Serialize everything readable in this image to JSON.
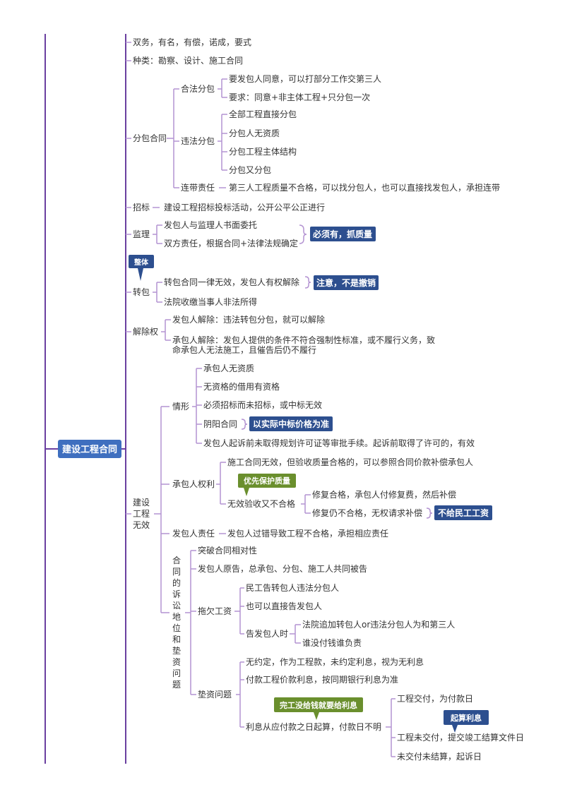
{
  "colors": {
    "main_line": "#6a3fa0",
    "branch_line": "#b494d2",
    "root_fill": "#3f6fbf",
    "tag_dark": "#2d4f8f",
    "tag_green": "#6a8f2d",
    "text": "#333333"
  },
  "root": "建设工程合同",
  "items": {
    "i1": "双务，有名，有偿，诺成，要式",
    "i2": "种类：勘察、设计、施工合同",
    "fenbao": "分包合同",
    "hefa": "合法分包",
    "hefa_1": "要发包人同意，可以打部分工作交第三人",
    "hefa_2": "要求：同意+非主体工程+只分包一次",
    "weifa": "违法分包",
    "weifa_1": "全部工程直接分包",
    "weifa_2": "分包人无资质",
    "weifa_3": "分包工程主体结构",
    "weifa_4": "分包又分包",
    "liandai": "连带责任",
    "liandai_1": "第三人工程质量不合格，可以找分包人，也可以直接找发包人，承担连带",
    "zhaobiao": "招标",
    "zhaobiao_1": "建设工程招标投标活动，公开公平公正进行",
    "jianli": "监理",
    "jianli_1": "发包人与监理人书面委托",
    "jianli_2": "双方责任，根据合同+法律法规确定",
    "jianli_tag": "必须有，抓质量",
    "zhengti_tag": "整体",
    "zhuanbao": "转包",
    "zhuanbao_1": "转包合同一律无效，发包人有权解除",
    "zhuanbao_tag": "注意，不是撤销",
    "zhuanbao_2": "法院收缴当事人非法所得",
    "jiechu": "解除权",
    "jiechu_1": "发包人解除：违法转包分包，就可以解除",
    "jiechu_2a": "承包人解除：发包人提供的条件不符合强制性标准，或不履行义务，致",
    "jiechu_2b": "命承包人无法施工，且催告后仍不履行",
    "wuxiao_1": "建设",
    "wuxiao_2": "工程",
    "wuxiao_3": "无效",
    "qingxing": "情形",
    "qx_1": "承包人无资质",
    "qx_2": "无资格的借用有资格",
    "qx_3": "必须招标而未招标，或中标无效",
    "qx_4": "阴阳合同",
    "qx_4_tag": "以实际中标价格为准",
    "qx_5": "发包人起诉前未取得规划许可证等审批手续。起诉前取得了许可的，有效",
    "quanli": "承包人权利",
    "ql_1": "施工合同无效，但验收质量合格的，可以参照合同价款补偿承包人",
    "ql_tag": "优先保护质量",
    "ql_2": "无效验收又不合格",
    "ql_2a": "修复合格，承包人付修复费，然后补偿",
    "ql_2b": "修复仍不合格，无权请求补偿",
    "ql_2b_tag": "不给民工工资",
    "zeren": "发包人责任",
    "zeren_1": "发包人过错导致工程不合格，承担相应责任",
    "susong_v": [
      "合",
      "同",
      "的",
      "诉",
      "讼",
      "地",
      "位",
      "和",
      "垫",
      "资",
      "问",
      "题"
    ],
    "ss_1": "突破合同相对性",
    "ss_2": "发包人原告，总承包、分包、施工人共同被告",
    "tuoqian": "拖欠工资",
    "tq_1": "民工告转包人违法分包人",
    "tq_2": "也可以直接告发包人",
    "tq_3": "告发包人时",
    "tq_3a": "法院追加转包人or违法分包人为和第三人",
    "tq_3b": "谁没付钱谁负责",
    "dianzi": "垫资问题",
    "dz_1": "无约定，作为工程款，未约定利息，视为无利息",
    "dz_2": "付款工程价款利息，按同期银行利息为准",
    "dz_tag": "完工没给钱就要给利息",
    "dz_3": "利息从应付款之日起算，付款日不明",
    "dz_3a": "工程交付，为付款日",
    "dz_3_tag": "起算利息",
    "dz_3b": "工程未交付，提交竣工结算文件日",
    "dz_3c": "未交付未结算，起诉日"
  }
}
